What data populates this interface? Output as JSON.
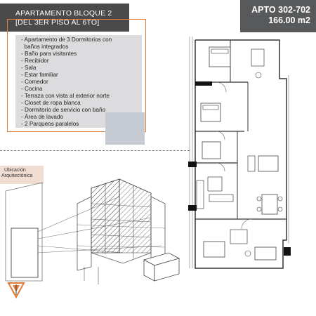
{
  "header": {
    "line1": "APARTAMENTO BLOQUE 2",
    "line2": "[DEL 3ER PISO AL 6TO]"
  },
  "apartment": {
    "code": "APTO 302-702",
    "area": "166.00 m2"
  },
  "features": [
    "- Apartamento de 3 Dormitorios con",
    "  baños integrados",
    "- Baño para visitantes",
    "- Recibidor",
    "- Sala",
    "- Estar familiar",
    "- Comedor",
    "- Cocina",
    "- Terraza con vista al exterior norte",
    "- Closet de ropa blanca",
    "- Dormitorio de servicio con baño",
    "- Área de lavado",
    "- 2 Parqueos paralelos"
  ],
  "location": {
    "line1": "Ubicación",
    "line2": "Arquitectónica"
  },
  "colors": {
    "header": "#4a4a4a",
    "accent": "#e07b3a",
    "features_bg": "#dcdcde",
    "location_bg": "#f2ddd3",
    "apt_band": "#58595b"
  },
  "icons": {
    "north_arrow": "north-arrow-icon"
  }
}
